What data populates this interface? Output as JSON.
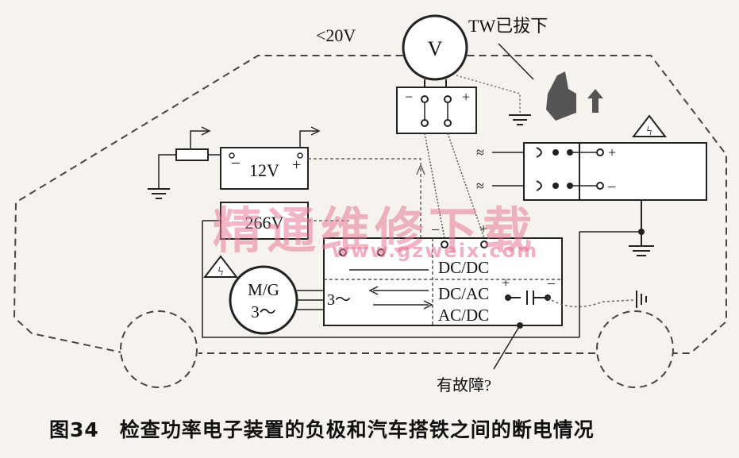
{
  "diagram": {
    "voltmeter_symbol": "V",
    "voltage_limit": "<20V",
    "tw_label": "TW已拔下",
    "battery_12v": "12V",
    "battery_266v": "266V",
    "mg_line1": "M/G",
    "mg_line2": "3～",
    "converter_labels": [
      "DC/DC",
      "DC/AC",
      "AC/DC"
    ],
    "three_phase": "3～",
    "fault_label": "有故障?",
    "plus": "+",
    "minus": "−",
    "minus_dash": "–",
    "warning_glyph": "ϟ",
    "wave_glyph": "≈"
  },
  "caption": "图34　检查功率电子装置的负极和汽车搭铁之间的断电情况",
  "watermark": {
    "text": "精通维修下载",
    "url": "www.gzweix.com"
  },
  "colors": {
    "line": "#2a2a2a",
    "dash": "#555555",
    "watermark": "#e6789a"
  }
}
